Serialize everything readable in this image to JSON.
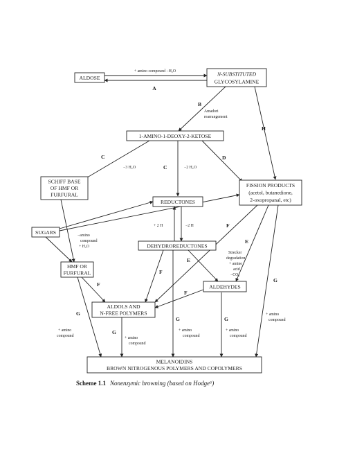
{
  "nodes": [
    {
      "id": "aldose",
      "lines": [
        "ALDOSE"
      ]
    },
    {
      "id": "glycosylamine",
      "lines": [
        "N-SUBSTITUTED",
        "GLYCOSYLAMINE"
      ]
    },
    {
      "id": "ketose",
      "lines": [
        "1-AMINO-1-DEOXY-2-KETOSE"
      ]
    },
    {
      "id": "schiff",
      "lines": [
        "SCHIFF BASE",
        "OF HMF OR",
        "FURFURAL"
      ]
    },
    {
      "id": "fission",
      "lines": [
        "FISSION PRODUCTS",
        "(acetol, butanedione,",
        "2-oxopropanal, etc)"
      ]
    },
    {
      "id": "reductones",
      "lines": [
        "REDUCTONES"
      ]
    },
    {
      "id": "sugars",
      "lines": [
        "SUGARS"
      ]
    },
    {
      "id": "dehydro",
      "lines": [
        "DEHYDROREDUCTONES"
      ]
    },
    {
      "id": "hmf",
      "lines": [
        "HMF OR",
        "FURFURAL"
      ]
    },
    {
      "id": "aldehydes",
      "lines": [
        "ALDEHYDES"
      ]
    },
    {
      "id": "aldols",
      "lines": [
        "ALDOLS AND",
        "N-FREE POLYMERS"
      ]
    },
    {
      "id": "melanoidins",
      "lines": [
        "MELANOIDINS",
        "BROWN NITROGENOUS POLYMERS AND COPOLYMERS"
      ]
    }
  ],
  "edge_labels": {
    "A": "A",
    "B": "B",
    "C": "C",
    "D": "D",
    "E": "E",
    "F": "F",
    "G": "G",
    "H": "H"
  },
  "notes": {
    "amino_water": "+ amino compound −H₂O",
    "amadori": [
      "Amadori",
      "rearrangement"
    ],
    "minus3h2o": "−3 H₂O",
    "minus2h2o": "−2 H₂O",
    "plus2h": "+ 2 H",
    "minus2h": "−2 H",
    "amino_plus_water": [
      "−amino",
      "compound",
      "+ H₂O"
    ],
    "strecker": [
      "Strecker",
      "degradation",
      "+ amino",
      "acid",
      "−CO₂"
    ],
    "plus_amino_compound": [
      "+ amino",
      "compound"
    ]
  },
  "caption": {
    "number": "Scheme 1.1",
    "text": "Nonenzymic browning (based on Hodge⁶)"
  }
}
